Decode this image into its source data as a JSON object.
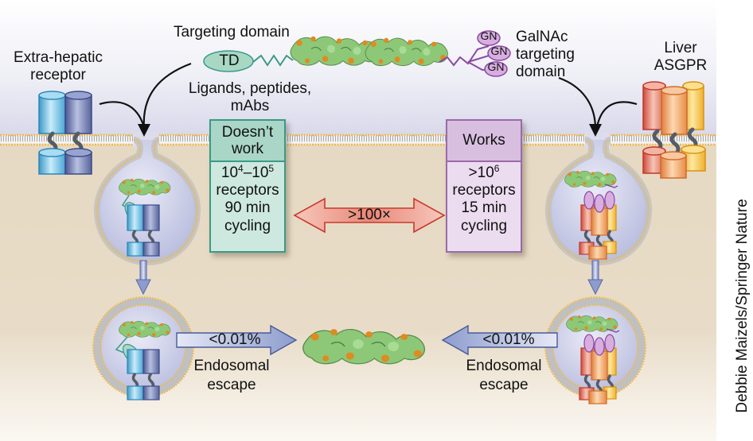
{
  "figure": {
    "conjugate": {
      "targeting_domain_label": "Targeting domain",
      "td_badge": "TD",
      "td_examples": "Ligands, peptides,",
      "td_examples_2": "mAbs",
      "galnac_badges": [
        "GN",
        "GN",
        "GN"
      ],
      "galnac_label": [
        "GalNAc",
        "targeting",
        "domain"
      ]
    },
    "left_receptor": {
      "label": [
        "Extra-hepatic",
        "receptor"
      ],
      "colors": {
        "light": "#5ab4dc",
        "dark": "#6874a8"
      }
    },
    "right_receptor": {
      "label": [
        "Liver",
        "ASGPR"
      ],
      "colors": {
        "red": "#e06a58",
        "orange": "#f0a060",
        "yellow": "#f5c24a"
      }
    },
    "comparison": {
      "fail_box": {
        "title": [
          "Doesn’t",
          "work"
        ],
        "receptor_base": "10",
        "exp_low": "4",
        "dash": "–",
        "exp_high": "5",
        "line2": "receptors",
        "line3": "90 min",
        "line4": "cycling",
        "color": "#3a9a86"
      },
      "ok_box": {
        "title": "Works",
        "prefix": ">10",
        "exp": "6",
        "line2": "receptors",
        "line3": "15 min",
        "line4": "cycling",
        "color": "#9a6aa8"
      },
      "fold_difference": ">100×"
    },
    "escape": {
      "left": {
        "percent": "<0.01%",
        "label": [
          "Endosomal",
          "escape"
        ]
      },
      "right": {
        "percent": "<0.01%",
        "label": [
          "Endosomal",
          "escape"
        ]
      }
    },
    "credit": "Debbie Maizels/Springer Nature",
    "colors": {
      "extracellular": "#dcdcec",
      "cytoplasm": "#e8dcc8",
      "membrane_head": "#f0b848",
      "membrane_tail": "#b8b8b8",
      "sirna_green": "#8cc878",
      "sirna_orange": "#e08a20",
      "escape_arrow": "#8c9ccc",
      "fold_arrow": "#e07a68"
    }
  }
}
